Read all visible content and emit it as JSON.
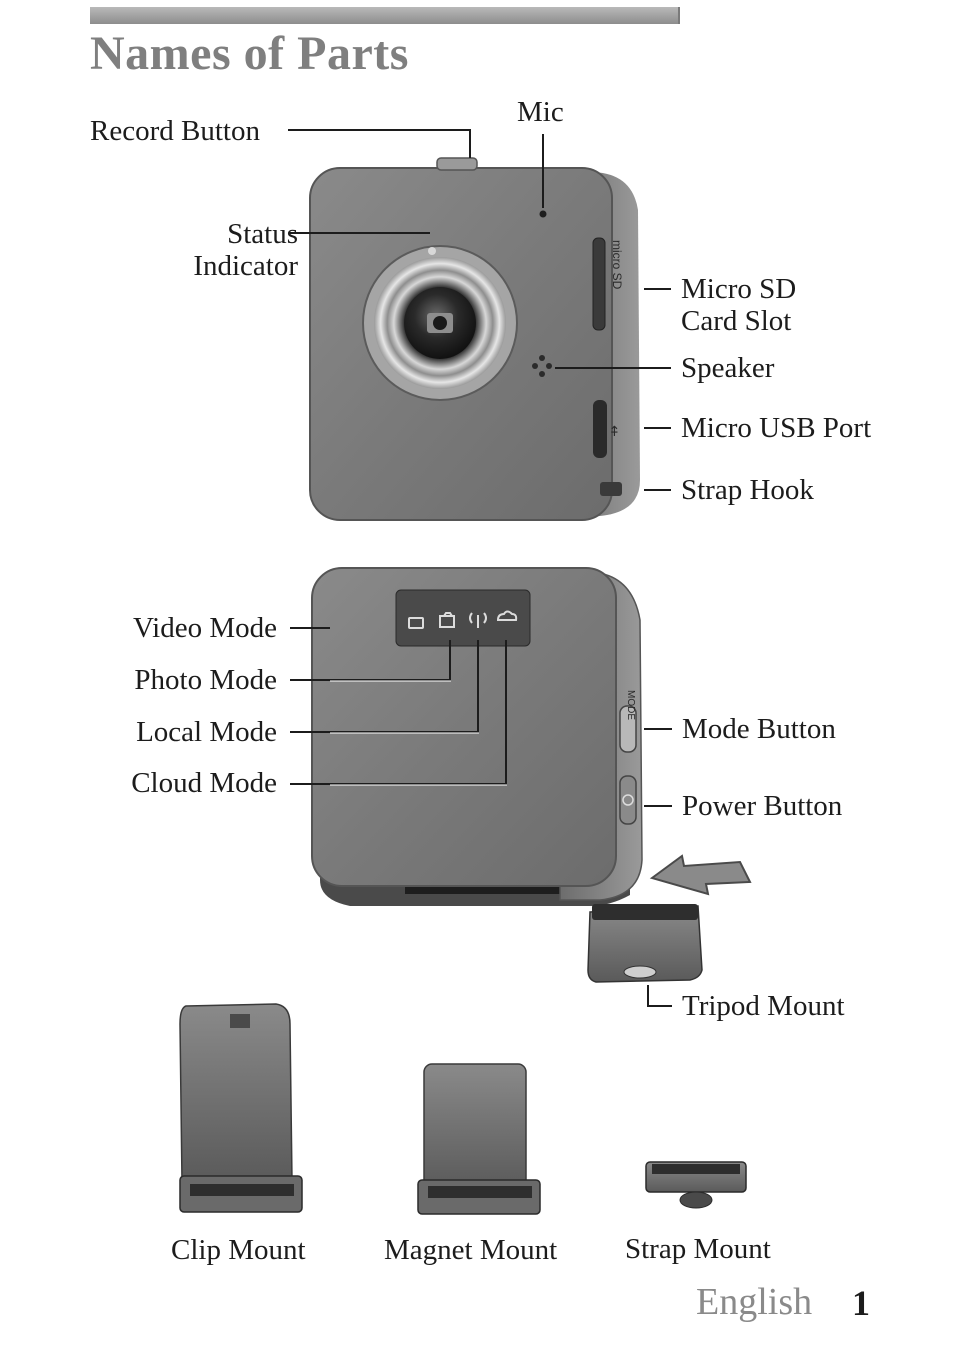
{
  "page": {
    "title": "Names of Parts",
    "language": "English",
    "page_number": "1"
  },
  "front_view": {
    "labels": {
      "record_button": "Record Button",
      "mic": "Mic",
      "status_indicator": [
        "Status",
        "Indicator"
      ],
      "micro_sd_card_slot": [
        "Micro SD",
        "Card Slot"
      ],
      "speaker": "Speaker",
      "micro_usb_port": "Micro USB Port",
      "strap_hook": "Strap Hook"
    },
    "side_engraving": "micro SD"
  },
  "back_view": {
    "labels": {
      "video_mode": "Video Mode",
      "photo_mode": "Photo Mode",
      "local_mode": "Local Mode",
      "cloud_mode": "Cloud Mode",
      "mode_button": "Mode Button",
      "power_button": "Power Button",
      "tripod_mount": "Tripod Mount"
    },
    "side_engraving": "MODE"
  },
  "accessories": {
    "clip_mount": "Clip Mount",
    "magnet_mount": "Magnet Mount",
    "strap_mount": "Strap Mount"
  }
}
